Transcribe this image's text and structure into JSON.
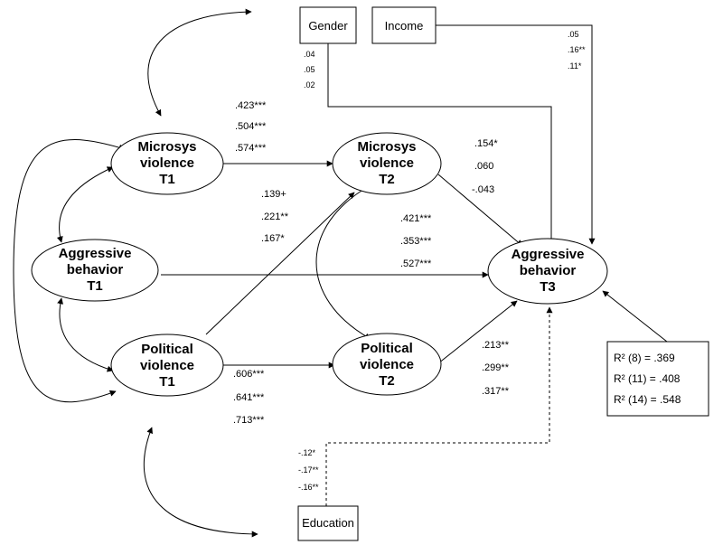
{
  "nodes": {
    "microsys_t1": [
      "Microsys",
      "violence",
      "T1"
    ],
    "aggressive_t1": [
      "Aggressive",
      "behavior",
      "T1"
    ],
    "political_t1": [
      "Political",
      "violence",
      "T1"
    ],
    "microsys_t2": [
      "Microsys",
      "violence",
      "T2"
    ],
    "political_t2": [
      "Political",
      "violence",
      "T2"
    ],
    "aggressive_t3": [
      "Aggressive",
      "behavior",
      "T3"
    ]
  },
  "boxes": {
    "gender": "Gender",
    "income": "Income",
    "education": "Education"
  },
  "coefficients": {
    "gender": [
      ".04",
      ".05",
      ".02"
    ],
    "income": [
      ".05",
      ".16**",
      ".11*"
    ],
    "micro1_micro2": [
      ".423***",
      ".504***",
      ".574***"
    ],
    "pol1_micro2": [
      ".139+",
      ".221**",
      ".167*"
    ],
    "micro2_agg3": [
      ".154*",
      ".060",
      "-.043"
    ],
    "agg1_agg3": [
      ".421***",
      ".353***",
      ".527***"
    ],
    "pol1_pol2": [
      ".606***",
      ".641***",
      ".713***"
    ],
    "pol2_agg3": [
      ".213**",
      ".299**",
      ".317**"
    ],
    "education": [
      "-.12*",
      "-.17**",
      "-.16**"
    ]
  },
  "r_squared": [
    "R² (8)  = .369",
    "R² (11) = .408",
    "R² (14) = .548"
  ]
}
